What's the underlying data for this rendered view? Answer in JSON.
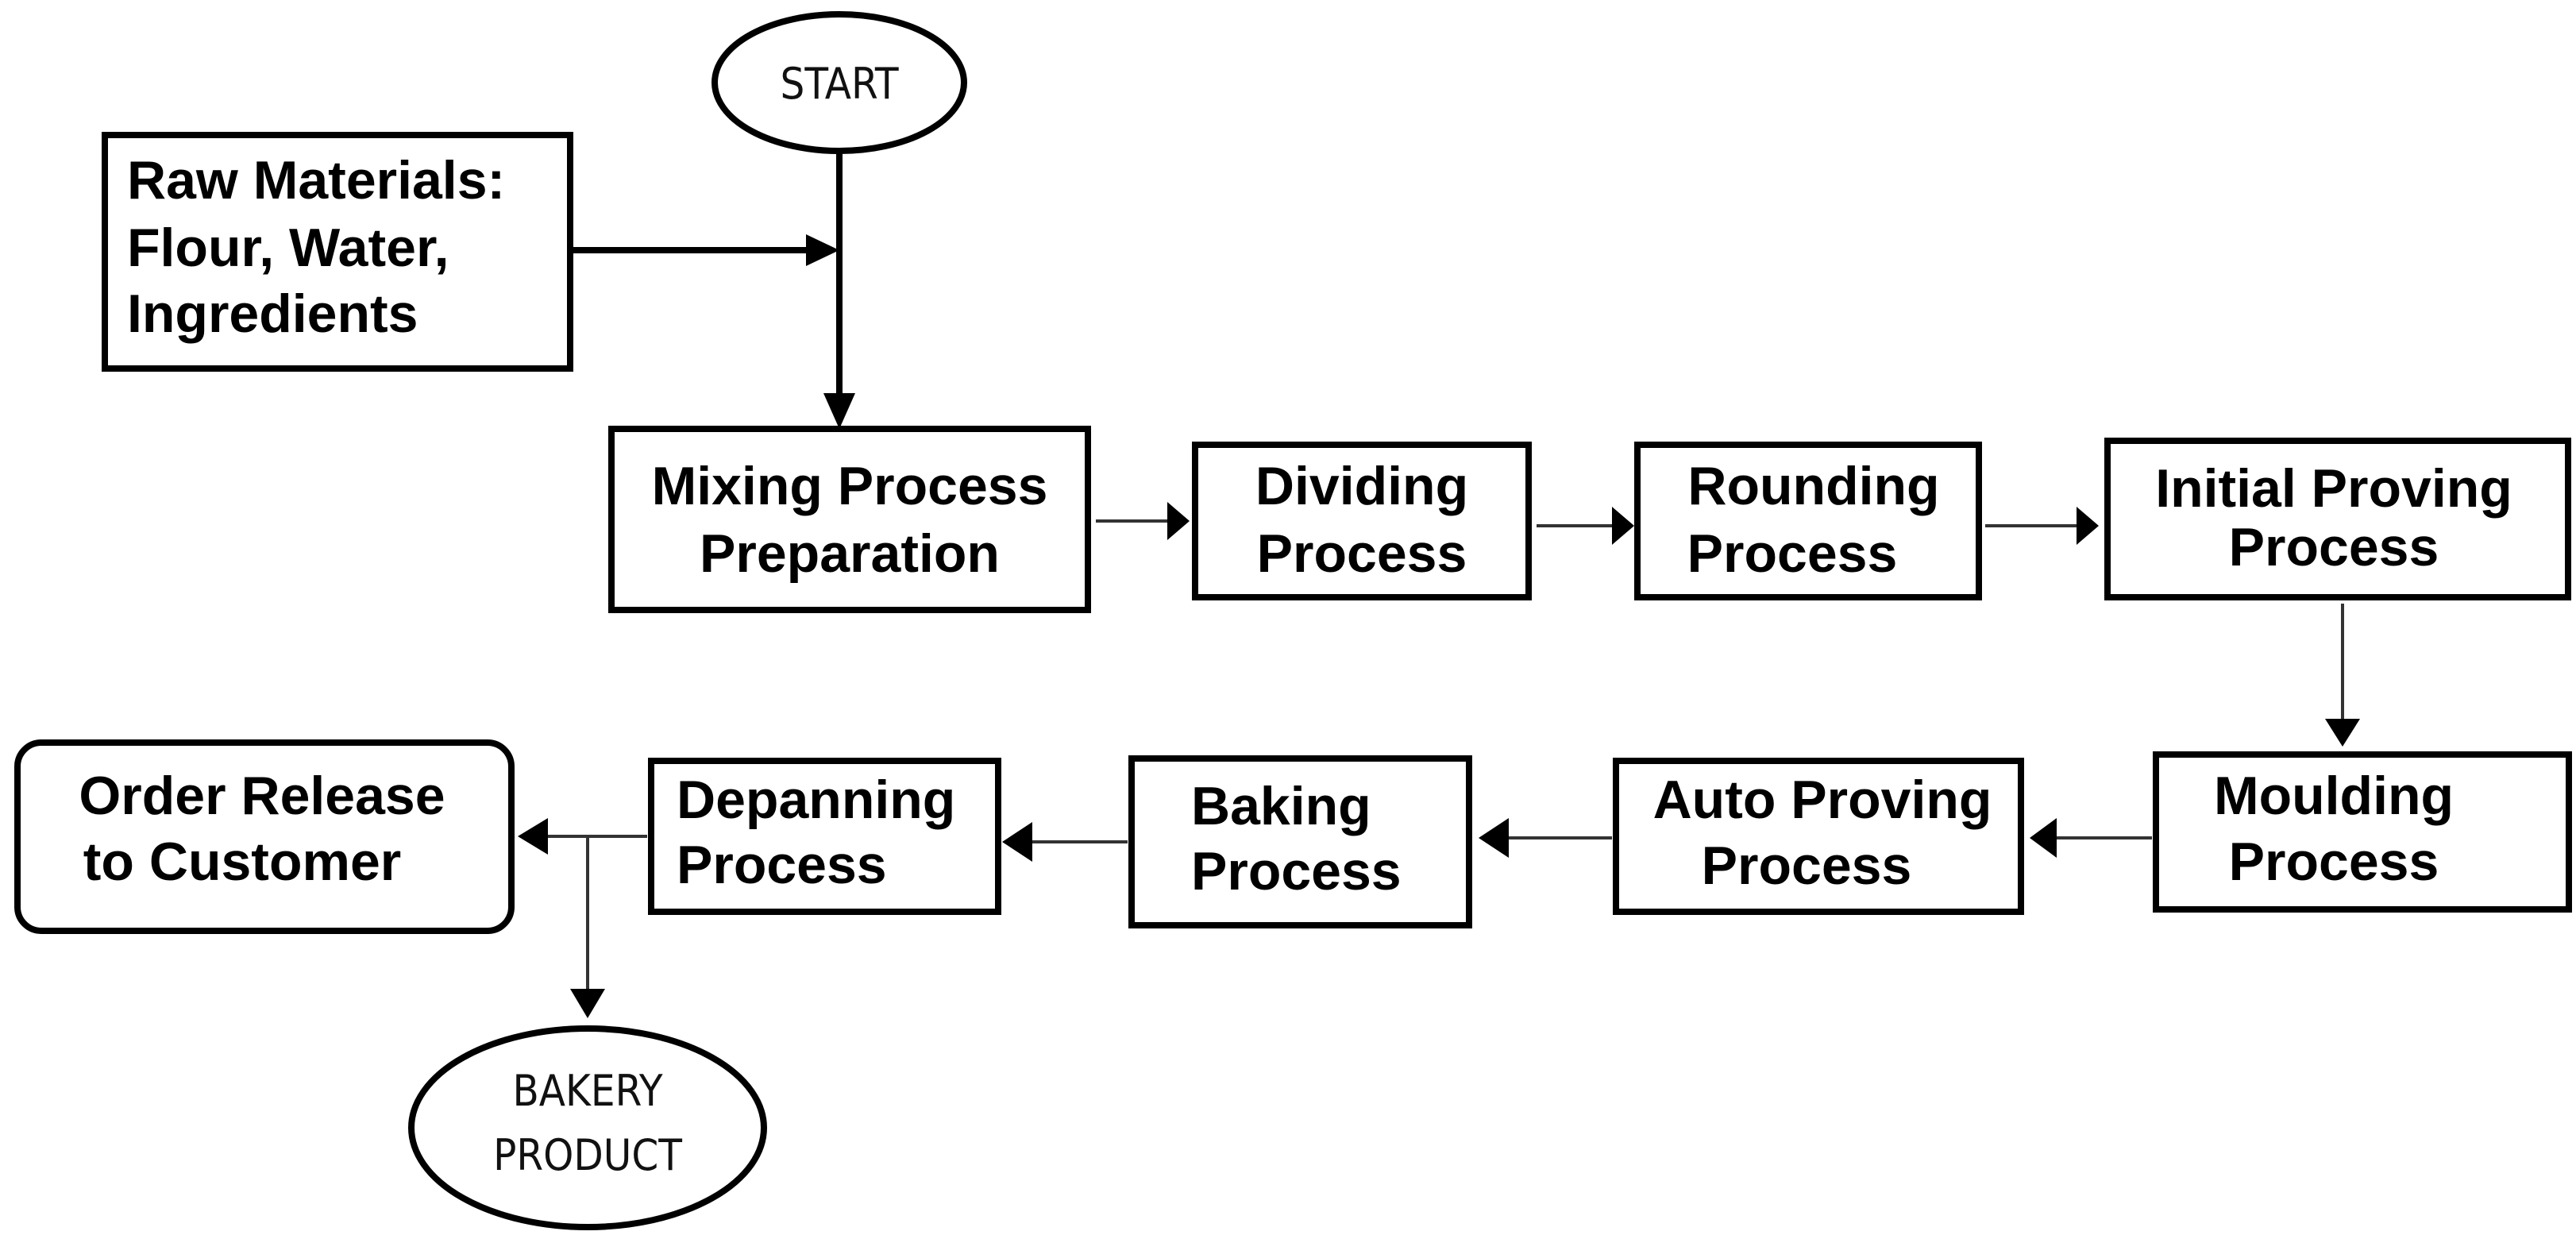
{
  "start": "START",
  "end": "BAKERY PRODUCT",
  "end_lines": [
    "BAKERY",
    "PRODUCT"
  ],
  "raw_materials": [
    "Raw Materials:",
    "Flour, Water,",
    "Ingredients"
  ],
  "steps": {
    "mixing": [
      "Mixing Process",
      "Preparation"
    ],
    "dividing": [
      "Dividing",
      "Process"
    ],
    "rounding": [
      "Rounding",
      "Process"
    ],
    "initial_proving": [
      "Initial Proving",
      "Process"
    ],
    "moulding": [
      "Moulding",
      "Process"
    ],
    "auto_proving": [
      "Auto Proving",
      "Process"
    ],
    "baking": [
      "Baking",
      "Process"
    ],
    "depanning": [
      "Depanning",
      "Process"
    ],
    "order_release": [
      "Order Release",
      "to Customer"
    ]
  }
}
